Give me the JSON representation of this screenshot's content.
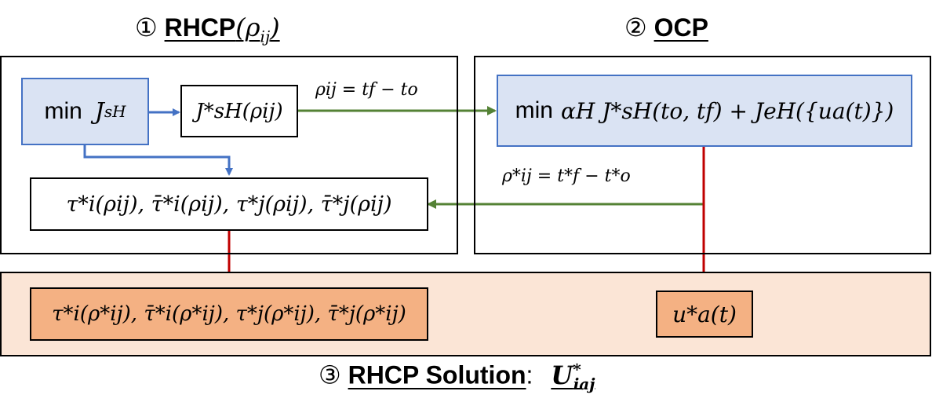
{
  "section1": {
    "number": "①",
    "title": "RHCP",
    "param": "(ρ",
    "param_sub": "ij",
    "param_close": ")"
  },
  "section2": {
    "number": "②",
    "title": "OCP"
  },
  "section3": {
    "number": "③",
    "title": "RHCP Solution",
    "colon": ":",
    "symbol": "U",
    "symbol_sup": "*",
    "symbol_sub": "iaj"
  },
  "rhcp": {
    "min_label": "min",
    "min_symbol": "J",
    "min_sub": "sH",
    "jstar": "J*sH(ρij)",
    "tau_expression": "τ*i(ρij), τ̄*i(ρij), τ*j(ρij), τ̄*j(ρij)"
  },
  "ocp": {
    "objective_min": "min",
    "objective_expr": "αH J*sH(to, tf) + JeH({ua(t)})"
  },
  "edges": {
    "rho_label": "ρij = tf − to",
    "rho_star_label": "ρ*ij = t*f − t*o"
  },
  "solution": {
    "tau_star_expression": "τ*i(ρ*ij), τ̄*i(ρ*ij), τ*j(ρ*ij), τ̄*j(ρ*ij)",
    "u_star": "u*a(t)"
  },
  "colors": {
    "blue_box_fill": "#dae3f3",
    "blue_box_border": "#4472c4",
    "orange_box_fill": "#f4b183",
    "orange_band_fill": "#fbe5d6",
    "blue_arrow": "#4472c4",
    "green_arrow": "#548235",
    "red_arrow": "#c00000"
  }
}
